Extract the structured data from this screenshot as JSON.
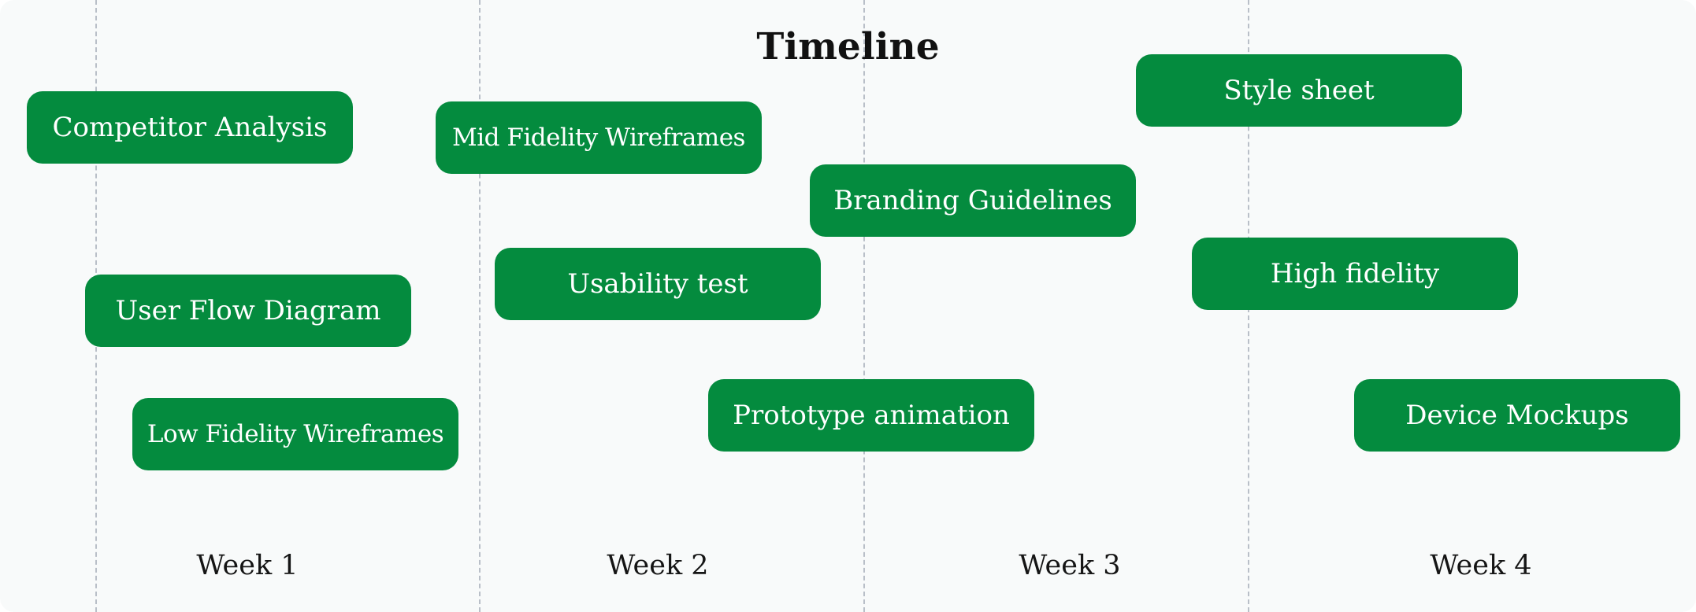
{
  "title": "Timeline",
  "tasks": [
    {
      "label": "Competitor Analysis"
    },
    {
      "label": "User Flow Diagram"
    },
    {
      "label": "Low Fidelity Wireframes"
    },
    {
      "label": "Mid Fidelity Wireframes"
    },
    {
      "label": "Usability test"
    },
    {
      "label": "Branding Guidelines"
    },
    {
      "label": "Prototype animation"
    },
    {
      "label": "Style sheet"
    },
    {
      "label": "High fidelity"
    },
    {
      "label": "Device Mockups"
    }
  ],
  "weeks": [
    {
      "label": "Week 1"
    },
    {
      "label": "Week 2"
    },
    {
      "label": "Week 3"
    },
    {
      "label": "Week 4"
    }
  ],
  "colors": {
    "task_fill": "#048b3e",
    "task_text": "#ffffff",
    "background": "#f8fafa",
    "divider": "#b9bfc8"
  }
}
